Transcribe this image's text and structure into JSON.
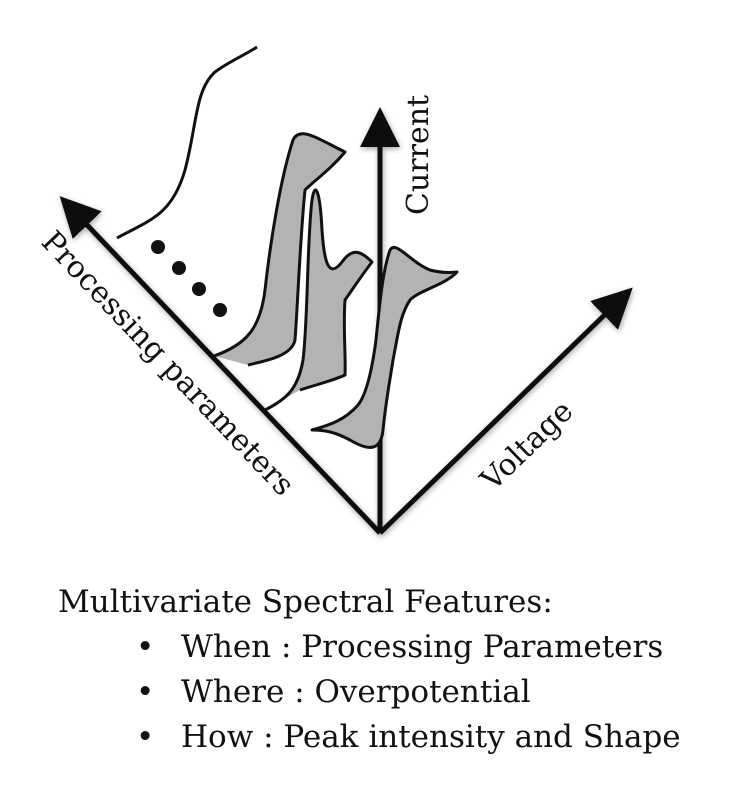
{
  "diagram": {
    "axes": {
      "current": "Current",
      "processing_parameters": "Processing parameters",
      "voltage": "Voltage"
    },
    "colors": {
      "stroke": "#111111",
      "fill": "#b3b3b3"
    }
  },
  "caption": {
    "title": "Multivariate Spectral Features:",
    "bullet_glyph": "•",
    "items": [
      "When : Processing Parameters",
      "Where : Overpotential",
      "How : Peak intensity and Shape"
    ]
  }
}
